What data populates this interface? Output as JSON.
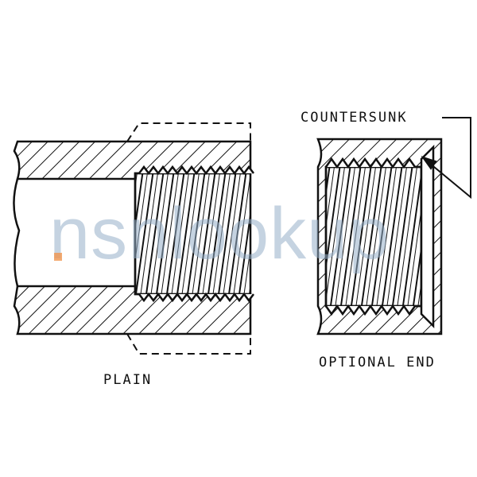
{
  "labels": {
    "countersunk": "COUNTERSUNK",
    "optional_end": "OPTIONAL END",
    "plain": "PLAIN"
  },
  "watermark": "nsnlookup",
  "colors": {
    "ink": "#111111",
    "watermark": "#96afc8",
    "watermark_dot": "#f09650"
  }
}
